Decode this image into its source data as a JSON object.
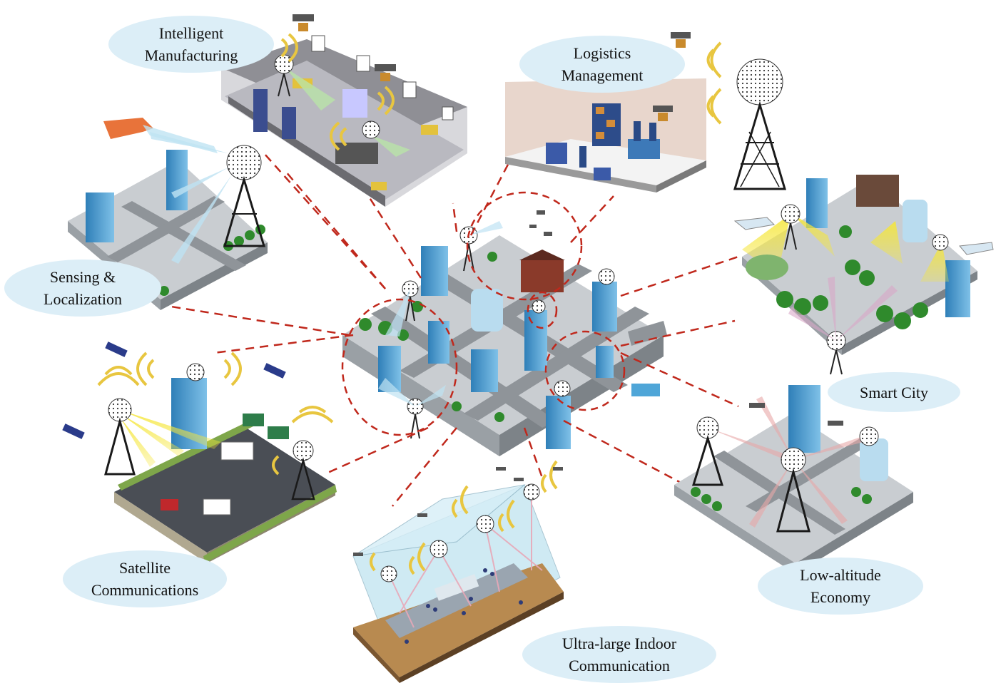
{
  "diagram": {
    "center_label": "",
    "scenarios": [
      {
        "id": "intelligent-manufacturing",
        "label": "Intelligent\nManufacturing"
      },
      {
        "id": "logistics-management",
        "label": "Logistics\nManagement"
      },
      {
        "id": "sensing-localization",
        "label": "Sensing &\nLocalization"
      },
      {
        "id": "smart-city",
        "label": "Smart City"
      },
      {
        "id": "satellite-communications",
        "label": "Satellite\nCommunications"
      },
      {
        "id": "low-altitude-economy",
        "label": "Low-altitude\nEconomy"
      },
      {
        "id": "ultra-large-indoor",
        "label": "Ultra-large Indoor\nCommunication"
      }
    ]
  },
  "colors": {
    "bubble_fill": "#dceef7",
    "connector": "#c0281c",
    "road": "#8f9499",
    "ground": "#c9cdd1",
    "building": "#3f8fc6",
    "tree": "#2f8a2c",
    "tower": "#1a1a1a",
    "signal": "#e8c640"
  },
  "icons": [
    "tower-icon",
    "drone-icon",
    "airplane-icon",
    "satellite-icon",
    "signal-wave-icon",
    "building-icon",
    "tree-icon"
  ]
}
